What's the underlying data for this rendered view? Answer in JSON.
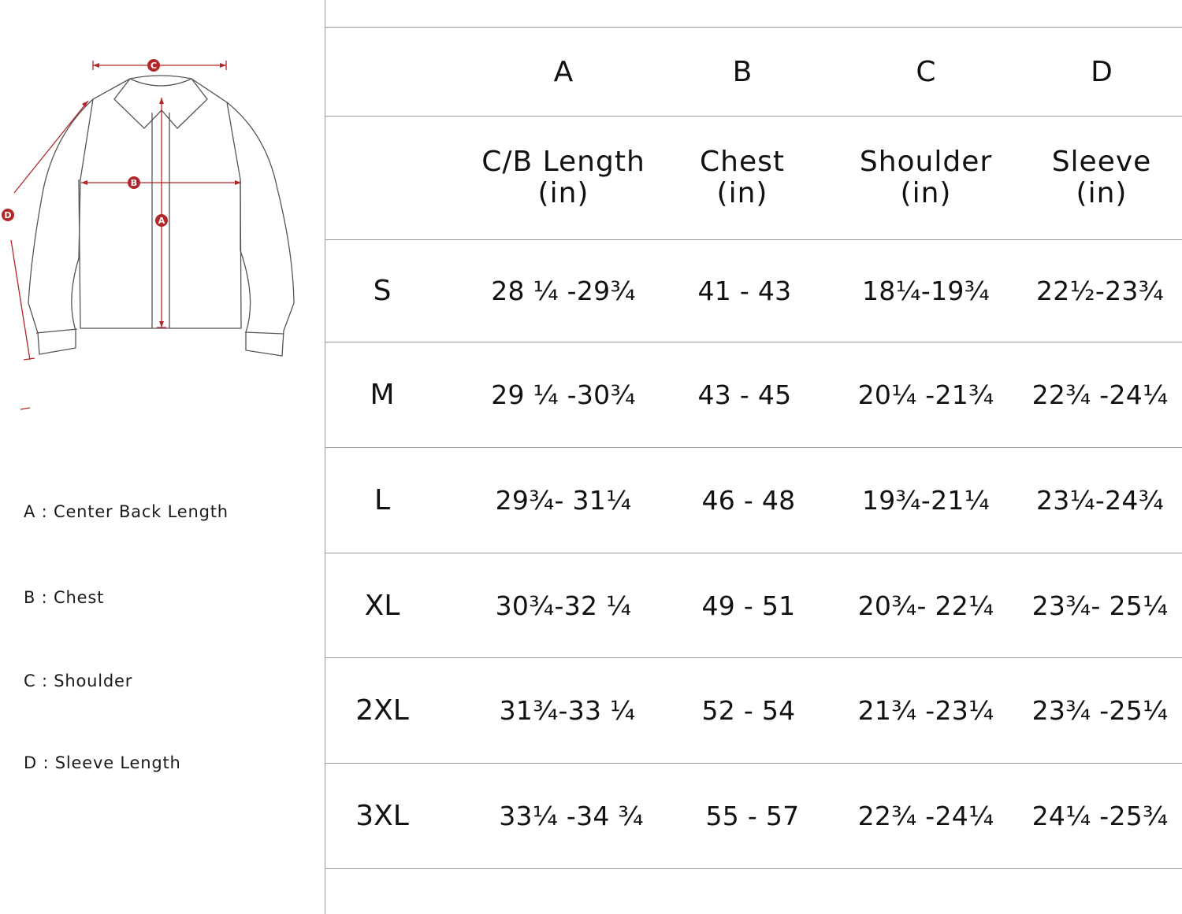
{
  "diagram": {
    "markers": [
      "A",
      "B",
      "C",
      "D"
    ],
    "accent_color": "#b3262a"
  },
  "legend": [
    {
      "text": "A : Center Back Length"
    },
    {
      "text": "B : Chest"
    },
    {
      "text": "C : Shoulder"
    },
    {
      "text": "D : Sleeve Length"
    }
  ],
  "table": {
    "columns": [
      {
        "letter": "A",
        "name": "C/B Length",
        "unit": "(in)"
      },
      {
        "letter": "B",
        "name": "Chest",
        "unit": "(in)"
      },
      {
        "letter": "C",
        "name": "Shoulder",
        "unit": "(in)"
      },
      {
        "letter": "D",
        "name": "Sleeve",
        "unit": "(in)"
      }
    ],
    "rows": [
      {
        "size": "S",
        "values": [
          "28 ¼ -29¾",
          "41 - 43",
          "18¼-19¾",
          "22½-23¾"
        ]
      },
      {
        "size": "M",
        "values": [
          "29 ¼ -30¾",
          "43 - 45",
          "20¼ -21¾",
          "22¾ -24¼"
        ]
      },
      {
        "size": "L",
        "values": [
          "29¾- 31¼",
          "46  - 48",
          "19¾-21¼",
          "23¼-24¾"
        ]
      },
      {
        "size": "XL",
        "values": [
          "30¾-32 ¼",
          "49 - 51",
          "20¾- 22¼",
          "23¾- 25¼"
        ]
      },
      {
        "size": "2XL",
        "values": [
          "31¾-33 ¼",
          "52 - 54",
          "21¾ -23¼",
          "23¾ -25¼"
        ]
      },
      {
        "size": "3XL",
        "values": [
          "33¼ -34 ¾",
          "55 - 57",
          "22¾ -24¼",
          "24¼ -25¾"
        ]
      }
    ]
  }
}
